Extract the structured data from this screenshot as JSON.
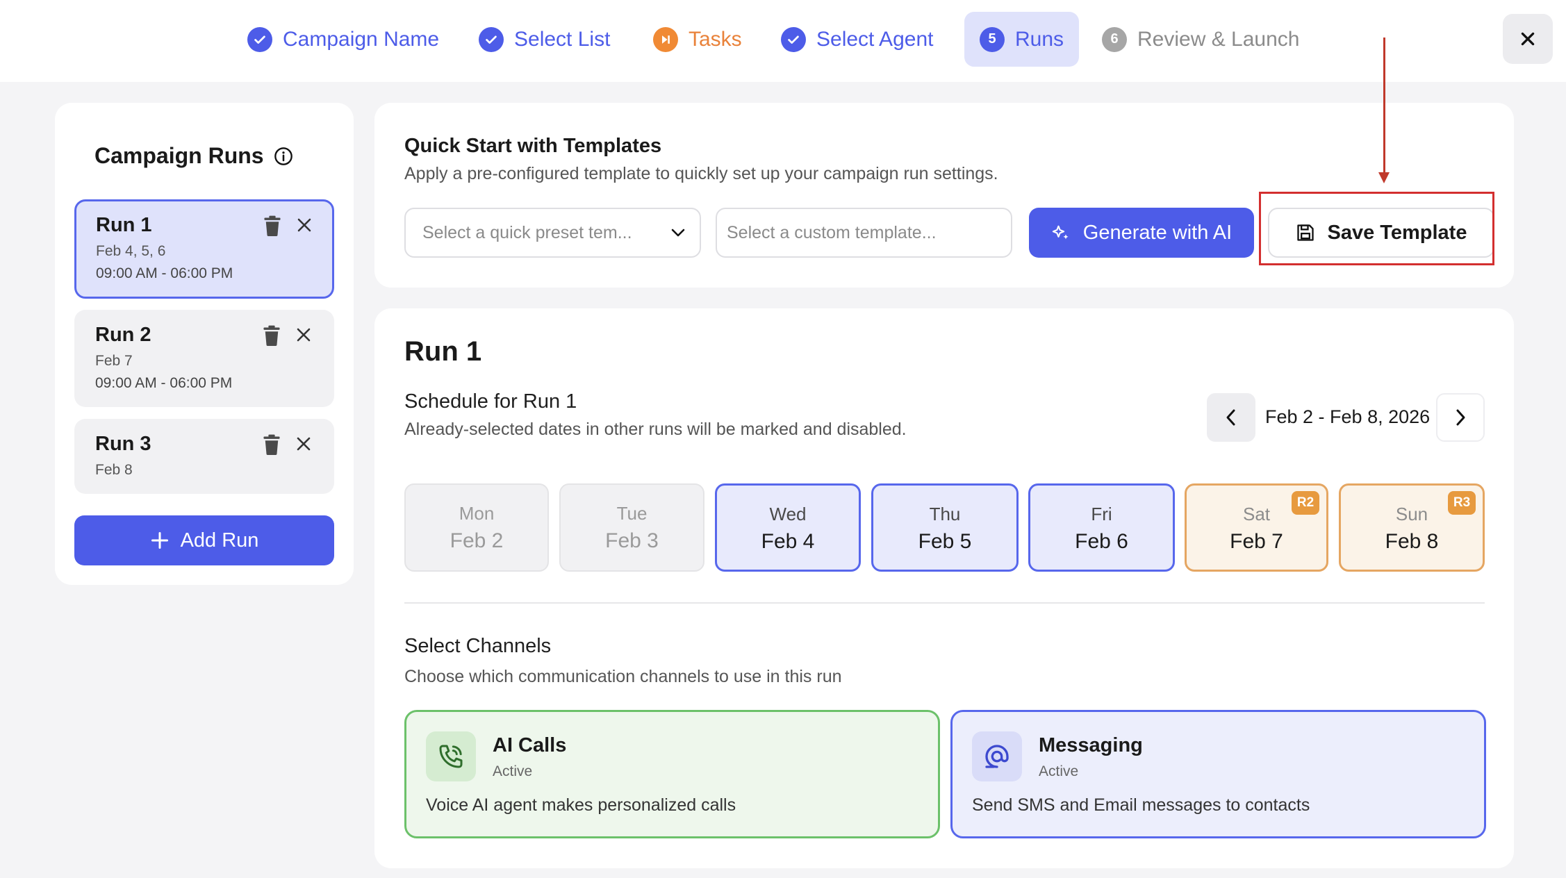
{
  "stepper": [
    {
      "num": "",
      "label": "Campaign Name",
      "state": "done"
    },
    {
      "num": "",
      "label": "Select List",
      "state": "done"
    },
    {
      "num": "",
      "label": "Tasks",
      "state": "warning"
    },
    {
      "num": "",
      "label": "Select Agent",
      "state": "done"
    },
    {
      "num": "5",
      "label": "Runs",
      "state": "active"
    },
    {
      "num": "6",
      "label": "Review & Launch",
      "state": "todo"
    }
  ],
  "sidebar": {
    "title": "Campaign Runs",
    "runs": [
      {
        "name": "Run 1",
        "dates": "Feb 4, 5, 6",
        "time": "09:00 AM - 06:00 PM",
        "selected": true
      },
      {
        "name": "Run 2",
        "dates": "Feb 7",
        "time": "09:00 AM - 06:00 PM",
        "selected": false
      },
      {
        "name": "Run 3",
        "dates": "Feb 8",
        "time": "",
        "selected": false
      }
    ],
    "add_run_label": "Add Run"
  },
  "templates": {
    "title": "Quick Start with Templates",
    "subtitle": "Apply a pre-configured template to quickly set up your campaign run settings.",
    "preset_placeholder": "Select a quick preset tem...",
    "custom_placeholder": "Select a custom template...",
    "generate_label": "Generate with AI",
    "save_label": "Save Template"
  },
  "run": {
    "title": "Run 1",
    "schedule_title": "Schedule for Run 1",
    "schedule_subtitle": "Already-selected dates in other runs will be marked and disabled.",
    "week_range": "Feb 2 - Feb 8, 2026",
    "days": [
      {
        "day": "Mon",
        "date": "Feb 2",
        "state": "disabled",
        "badge": ""
      },
      {
        "day": "Tue",
        "date": "Feb 3",
        "state": "disabled",
        "badge": ""
      },
      {
        "day": "Wed",
        "date": "Feb 4",
        "state": "selected",
        "badge": ""
      },
      {
        "day": "Thu",
        "date": "Feb 5",
        "state": "selected",
        "badge": ""
      },
      {
        "day": "Fri",
        "date": "Feb 6",
        "state": "selected",
        "badge": ""
      },
      {
        "day": "Sat",
        "date": "Feb 7",
        "state": "other-run",
        "badge": "R2"
      },
      {
        "day": "Sun",
        "date": "Feb 8",
        "state": "other-run",
        "badge": "R3"
      }
    ],
    "channels_title": "Select Channels",
    "channels_subtitle": "Choose which communication channels to use in this run",
    "channels": [
      {
        "name": "AI Calls",
        "status": "Active",
        "description": "Voice AI agent makes personalized calls",
        "icon": "phone-call-icon"
      },
      {
        "name": "Messaging",
        "status": "Active",
        "description": "Send SMS and Email messages to contacts",
        "icon": "at-sign-icon"
      }
    ]
  },
  "colors": {
    "accent": "#4d5ce8",
    "warning": "#f08a35",
    "annotation": "#d32f2f",
    "channel_green": "#6cc16a"
  }
}
